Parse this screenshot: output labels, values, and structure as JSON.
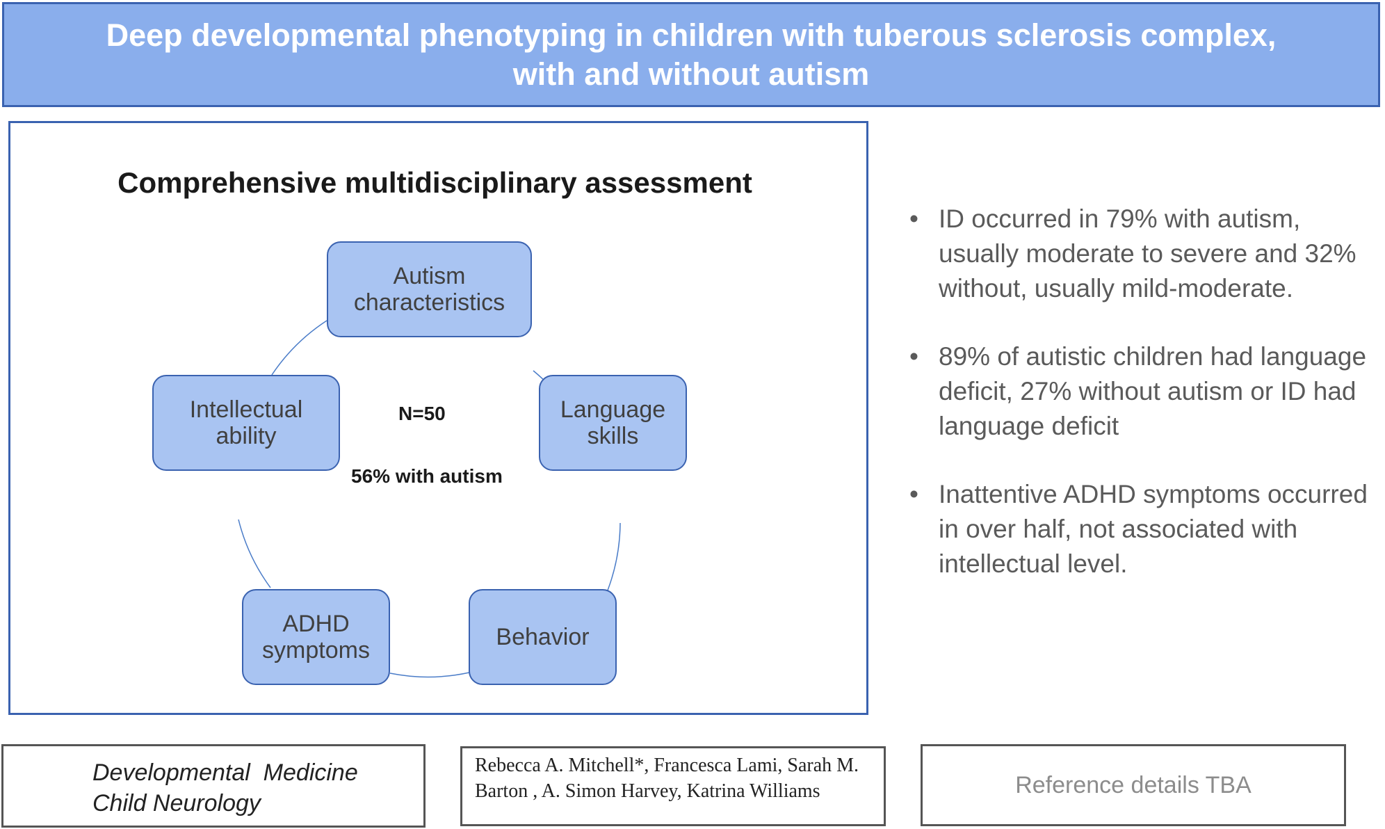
{
  "header": {
    "title_line1": "Deep developmental phenotyping in children with tuberous sclerosis complex,",
    "title_line2": "with and without autism"
  },
  "assessment": {
    "heading": "Comprehensive multidisciplinary assessment",
    "center_n": "N=50",
    "center_pct": "56% with autism",
    "nodes": [
      {
        "line1": "Autism",
        "line2": "characteristics"
      },
      {
        "line1": "Language",
        "line2": "skills"
      },
      {
        "line1": "Behavior",
        "line2": ""
      },
      {
        "line1": "ADHD",
        "line2": "symptoms"
      },
      {
        "line1": "Intellectual",
        "line2": "ability"
      }
    ]
  },
  "findings": [
    "ID occurred in 79% with autism, usually moderate to severe and 32% without, usually mild-moderate.",
    "89% of autistic children had language deficit, 27% without autism or ID had language deficit",
    "Inattentive ADHD symptoms occurred in over half, not associated with intellectual level."
  ],
  "footer": {
    "journal_line1": "Developmental  Medicine",
    "journal_line2": "Child Neurology",
    "authors": "Rebecca A. Mitchell*, Francesca Lami, Sarah M. Barton , A. Simon Harvey, Katrina Williams",
    "reference": "Reference details TBA"
  },
  "colors": {
    "banner_fill": "#8aaeec",
    "banner_border": "#3a62b0",
    "node_fill": "#a9c4f2",
    "node_border": "#3a62b0",
    "connector": "#4a7cc8"
  }
}
